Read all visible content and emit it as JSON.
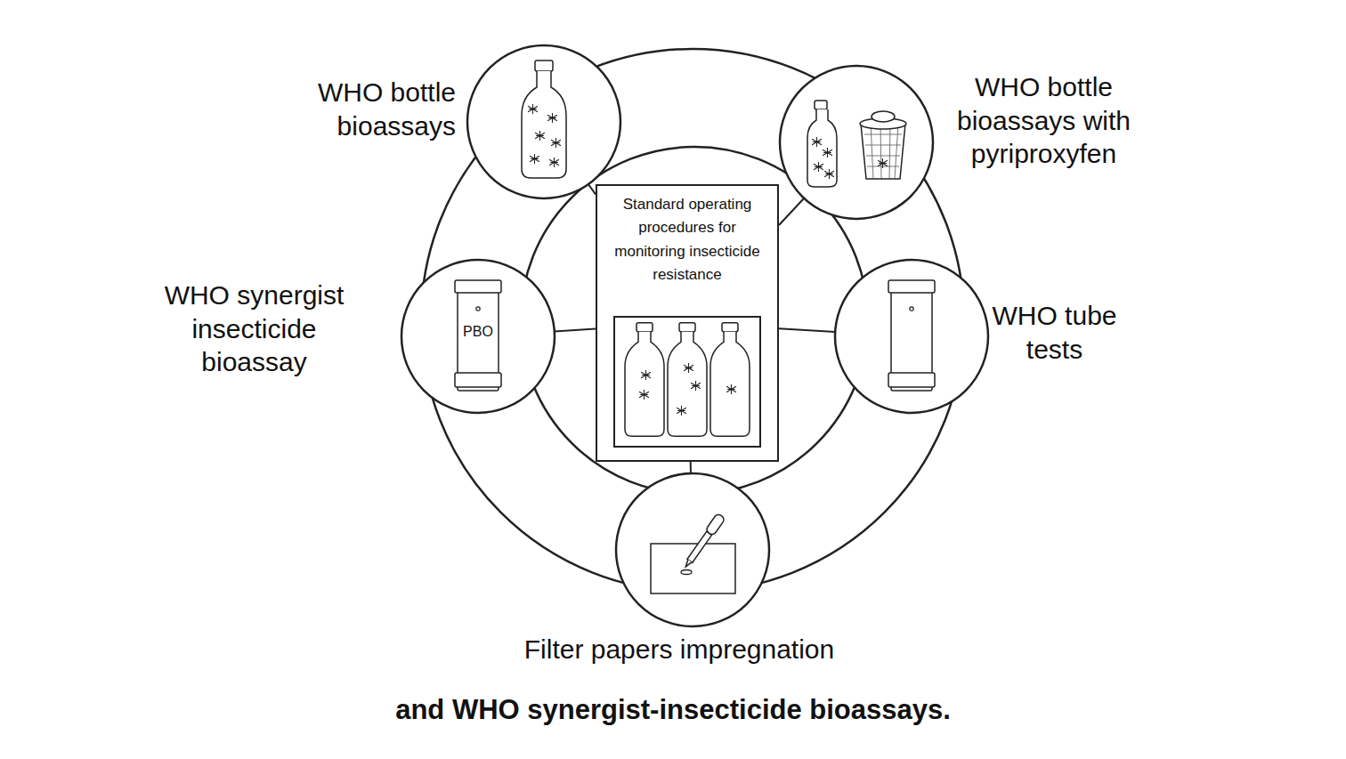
{
  "diagram": {
    "caption": "and WHO synergist-insecticide bioassays.",
    "nodes": [
      {
        "text": [
          "WHO bottle bioassays"
        ]
      },
      {
        "text": [
          "WHO bottle bioassays with pyriproxyfen"
        ]
      },
      {
        "text": [
          "WHO synergist insecticide bioassay",
          "PBO"
        ]
      },
      {
        "text": [
          "Standard operating procedures for monitoring insecticide resistance"
        ]
      },
      {
        "text": [
          "WHO tube tests"
        ]
      },
      {
        "text": [
          "Filter papers impregnation"
        ]
      }
    ],
    "edges": [
      {
        "from": 3,
        "to": 0,
        "arrow": "none"
      },
      {
        "from": 3,
        "to": 1,
        "arrow": "none"
      },
      {
        "from": 3,
        "to": 2,
        "arrow": "none"
      },
      {
        "from": 3,
        "to": 4,
        "arrow": "none"
      },
      {
        "from": 3,
        "to": 5,
        "arrow": "none"
      }
    ]
  }
}
